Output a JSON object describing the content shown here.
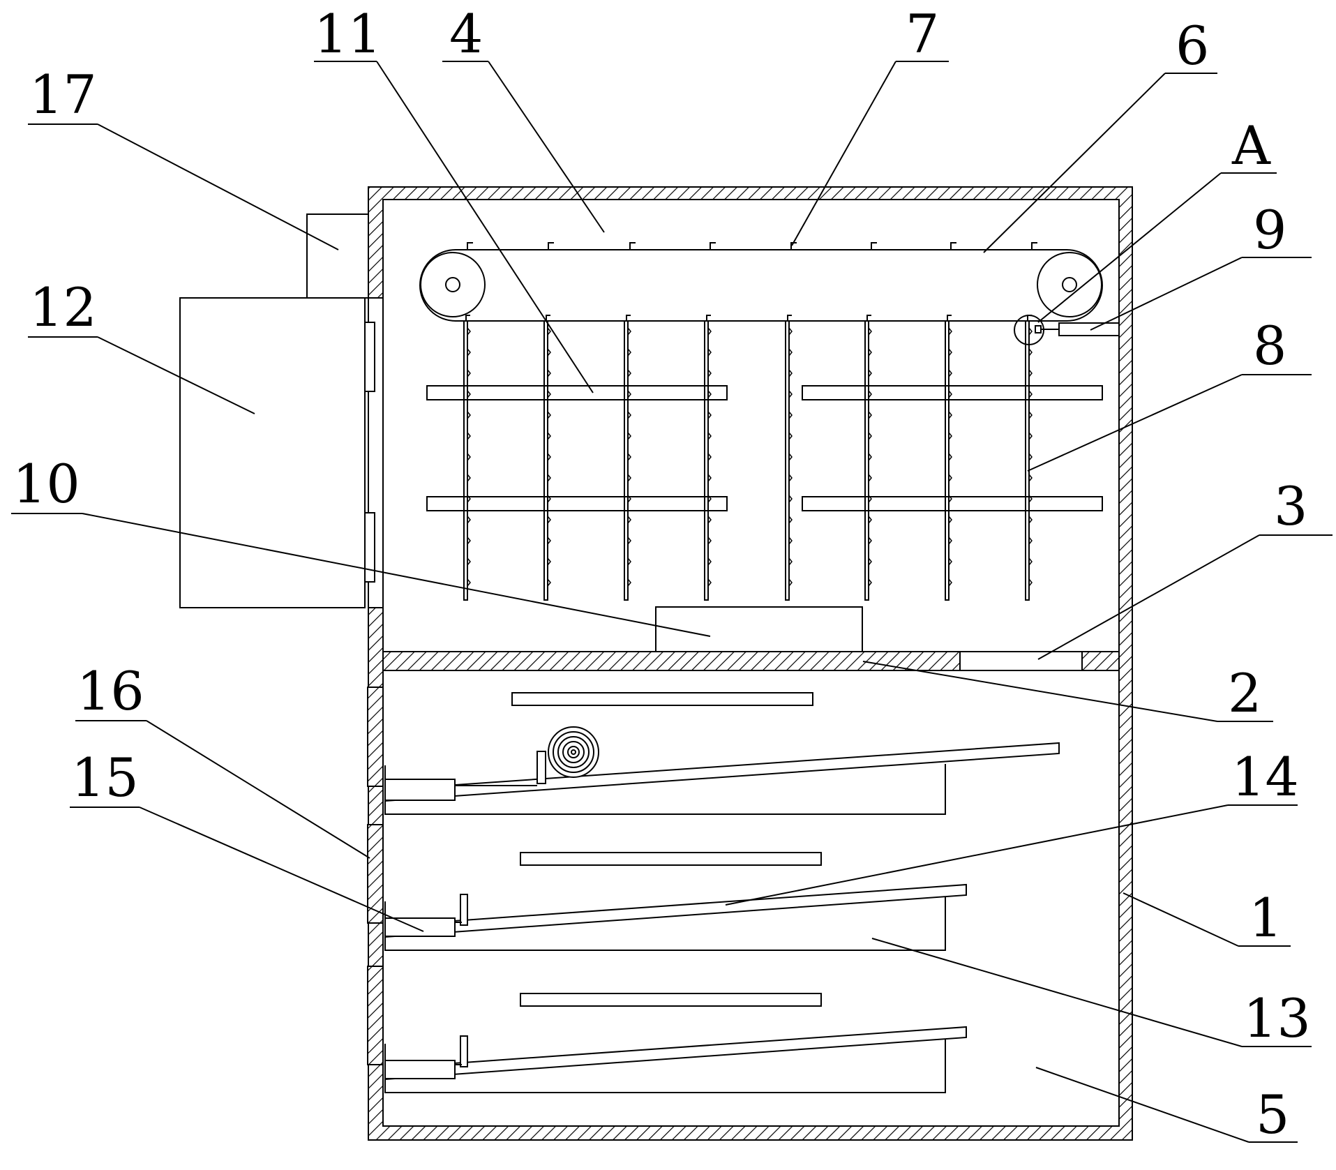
{
  "labels": {
    "l1": "1",
    "l2": "2",
    "l3": "3",
    "l4": "4",
    "l5": "5",
    "l6": "6",
    "l7": "7",
    "l8": "8",
    "l9": "9",
    "l10": "10",
    "l11": "11",
    "l12": "12",
    "l13": "13",
    "l14": "14",
    "l15": "15",
    "l16": "16",
    "l17": "17",
    "lA": "A"
  }
}
